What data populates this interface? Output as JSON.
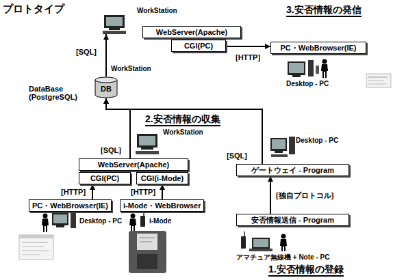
{
  "diagram": {
    "title": "プロトタイプ",
    "nodes": [
      {
        "text": [
          "WorkStation"
        ]
      },
      {
        "text": [
          "WorkStation",
          "DB",
          "DataBase (PostgreSQL)"
        ]
      },
      {
        "text": [
          "WebServer(Apache)"
        ]
      },
      {
        "text": [
          "CGI(PC)"
        ]
      },
      {
        "text": [
          "PC・WebBrowser(IE)"
        ]
      },
      {
        "text": [
          "WebServer(Apache)"
        ]
      },
      {
        "text": [
          "CGI(PC)"
        ]
      },
      {
        "text": [
          "CGI(i-Mode)"
        ]
      },
      {
        "text": [
          "PC・WebBrowser(IE)"
        ]
      },
      {
        "text": [
          "i-Mode・WebBrowser"
        ]
      },
      {
        "text": [
          "ゲートウェイ - Program"
        ]
      },
      {
        "text": [
          "安否情報送信 - Program"
        ]
      }
    ],
    "edges": [
      {
        "from": 1,
        "to": 0,
        "label": "[SQL]",
        "arrow": "to"
      },
      {
        "from": 5,
        "to": 1,
        "label": "[SQL]",
        "arrow": "to"
      },
      {
        "from": 10,
        "to": 1,
        "label": "[SQL]",
        "arrow": "to"
      },
      {
        "from": 8,
        "to": 6,
        "label": "[HTTP]",
        "arrow": "to"
      },
      {
        "from": 9,
        "to": 7,
        "label": "[HTTP]",
        "arrow": "to"
      },
      {
        "from": 11,
        "to": 10,
        "label": "[独自プロトコル]",
        "arrow": "to"
      },
      {
        "from": 3,
        "to": 4,
        "label": "[HTTP]",
        "arrow": "to"
      }
    ],
    "labels": [
      "3.安否情報の発信",
      "Desktop - PC",
      "2.安否情報の収集",
      "WorkStation",
      "Desktop - PC",
      "Desktop - PC",
      "i-Mode",
      "アマチュア無線機 + Note - PC",
      "1.安否情報の登録"
    ]
  }
}
